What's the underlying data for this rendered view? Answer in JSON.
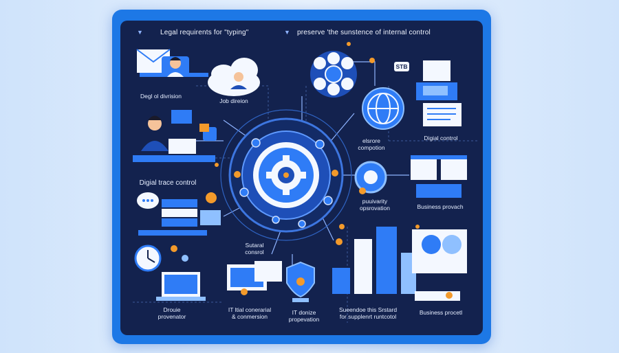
{
  "headers": {
    "left": "Legal requirents for \"typing\"",
    "right": "preserve 'the sunstence of internal control"
  },
  "labels": {
    "digital_division": "Degl ol divrision",
    "job_division": "Job direion",
    "stb": "STB",
    "digital_control": "Digial control",
    "store_composition": "elsrore\ncompotion",
    "digital_trace_control": "Digial trace control",
    "publicity_provocation": "puuivarity\nopsrovation",
    "business_provach": "Business provach",
    "sutaral_control": "Sutaral\nconsrol",
    "private_provenator": "Drouie\nprovenator",
    "it_final_control": "IT ltial conerarial\n& conmersion",
    "it_device_proposition": "IT donize\npropevation",
    "sustain_standard": "Sueendoe this Srstard\nfor supplenrt runtcotol",
    "business_procedure": "Business procetl"
  },
  "colors": {
    "frame": "#1d78e6",
    "panel": "#13224e",
    "accent_orange": "#f39a2b",
    "accent_blue": "#2f7cf6",
    "light_blue": "#8fc0ff"
  }
}
